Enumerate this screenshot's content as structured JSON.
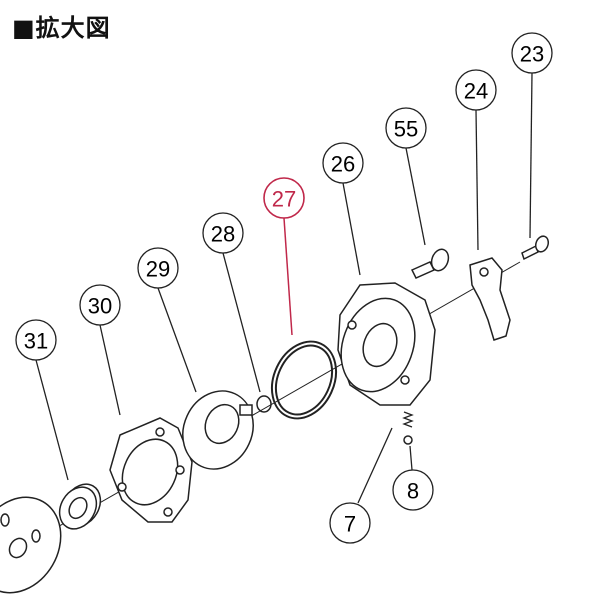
{
  "title": "■拡大図",
  "highlight_color": "#c0284a",
  "callouts": [
    {
      "label": "23",
      "highlighted": false
    },
    {
      "label": "24",
      "highlighted": false
    },
    {
      "label": "55",
      "highlighted": false
    },
    {
      "label": "26",
      "highlighted": false
    },
    {
      "label": "27",
      "highlighted": true
    },
    {
      "label": "28",
      "highlighted": false
    },
    {
      "label": "29",
      "highlighted": false
    },
    {
      "label": "30",
      "highlighted": false
    },
    {
      "label": "31",
      "highlighted": false
    },
    {
      "label": "7",
      "highlighted": false
    },
    {
      "label": "8",
      "highlighted": false
    }
  ]
}
